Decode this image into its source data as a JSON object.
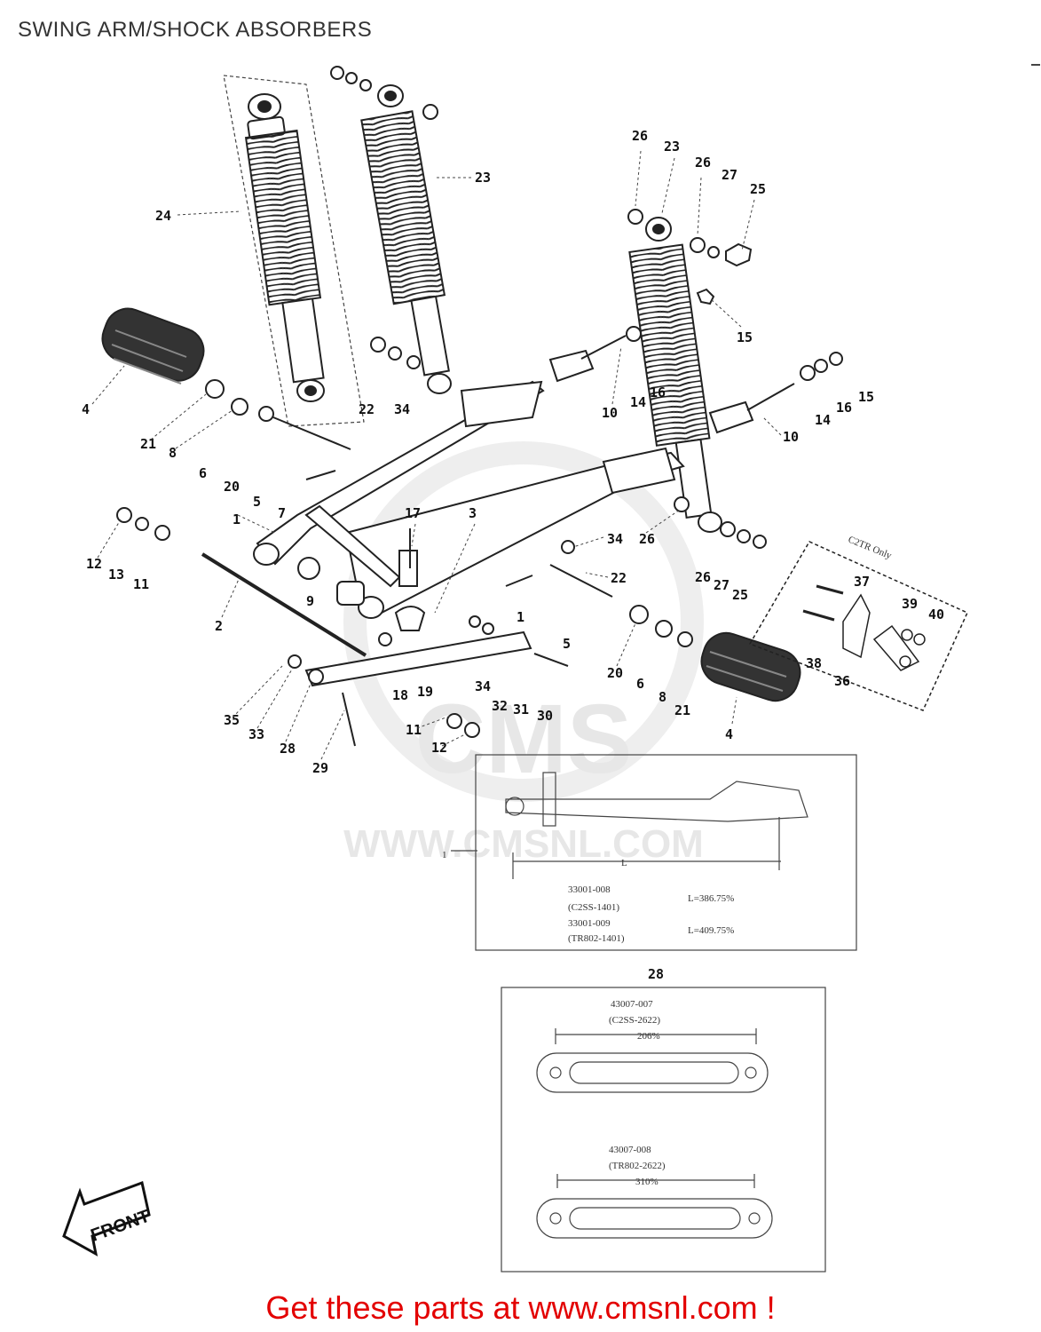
{
  "header": {
    "title": "SWING ARM/SHOCK ABSORBERS"
  },
  "watermark": {
    "brand": "CMS",
    "url": "WWW.CMSNL.COM"
  },
  "front_arrow": {
    "label": "FRONT"
  },
  "callouts": {
    "c1a": "1",
    "c1b": "1",
    "c2": "2",
    "c3": "3",
    "c4a": "4",
    "c4b": "4",
    "c5a": "5",
    "c5b": "5",
    "c6a": "6",
    "c6b": "6",
    "c7": "7",
    "c8a": "8",
    "c8b": "8",
    "c9": "9",
    "c10a": "10",
    "c10b": "10",
    "c11a": "11",
    "c11b": "11",
    "c12a": "12",
    "c12b": "12",
    "c13": "13",
    "c14a": "14",
    "c14b": "14",
    "c15a": "15",
    "c15b": "15",
    "c16a": "16",
    "c16b": "16",
    "c17": "17",
    "c18": "18",
    "c19": "19",
    "c20a": "20",
    "c20b": "20",
    "c21a": "21",
    "c21b": "21",
    "c22a": "22",
    "c22b": "22",
    "c23a": "23",
    "c23b": "23",
    "c24": "24",
    "c25a": "25",
    "c25b": "25",
    "c26a": "26",
    "c26b": "26",
    "c26c": "26",
    "c26d": "26",
    "c27a": "27",
    "c27b": "27",
    "c28a": "28",
    "c28b": "28",
    "c29": "29",
    "c30": "30",
    "c31": "31",
    "c32": "32",
    "c33": "33",
    "c34a": "34",
    "c34b": "34",
    "c34c": "34",
    "c35": "35",
    "c36": "36",
    "c37": "37",
    "c38": "38",
    "c39": "39",
    "c40": "40"
  },
  "c2tr_note": "C2TR Only",
  "swing_arm_box": {
    "ref_label": "1",
    "dim_label": "L",
    "rows": [
      {
        "part": "33001-008",
        "model": "(C2SS-1401)",
        "dim": "L=386.75%"
      },
      {
        "part": "33001-009",
        "model": "(TR802-1401)",
        "dim": "L=409.75%"
      }
    ]
  },
  "link_box": {
    "rows": [
      {
        "part": "43007-007",
        "model": "(C2SS-2622)",
        "dim": "206%"
      },
      {
        "part": "43007-008",
        "model": "(TR802-2622)",
        "dim": "310%"
      }
    ]
  },
  "footer": {
    "text": "Get these parts at www.cmsnl.com !"
  }
}
